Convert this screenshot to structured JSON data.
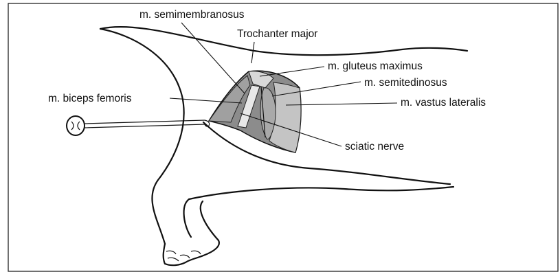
{
  "labels": {
    "semimembranosus": "m. semimembranosus",
    "trochanter": "Trochanter major",
    "gluteus": "m. gluteus maximus",
    "semitendinosus": "m. semitedinosus",
    "biceps": "m. biceps femoris",
    "vastus": "m. vastus lateralis",
    "sciatic": "sciatic nerve"
  },
  "colors": {
    "muscle_dark": "#8c8c8c",
    "muscle_mid": "#a9a9a9",
    "muscle_light": "#c4c4c4",
    "muscle_pale": "#d8d8d8",
    "line": "#111111"
  }
}
